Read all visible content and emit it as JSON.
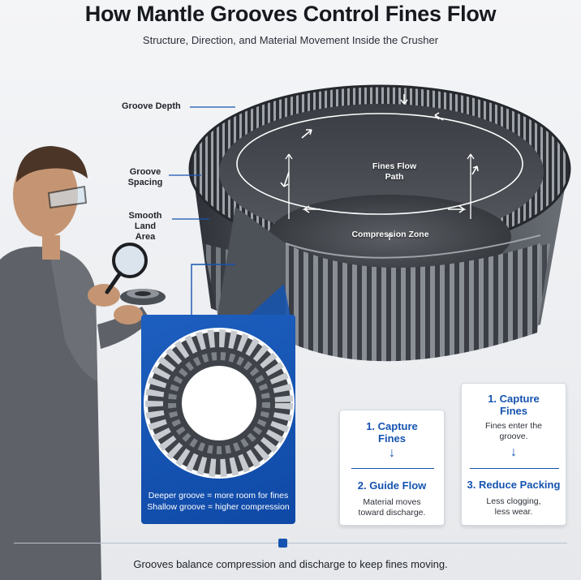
{
  "title": "How Mantle Grooves Control Fines Flow",
  "subtitle": "Structure, Direction, and Material Movement Inside the Crusher",
  "callouts": {
    "groove_depth": "Groove Depth",
    "groove_spacing_1": "Groove",
    "groove_spacing_2": "Spacing",
    "smooth_land_1": "Smooth Land",
    "smooth_land_2": "Area"
  },
  "overlay": {
    "fines_flow_1": "Fines Flow",
    "fines_flow_2": "Path",
    "compression_zone": "Compression Zone"
  },
  "inset_caption": {
    "line1": "Deeper groove = more room for fines",
    "line2": "Shallow groove = higher compression"
  },
  "card_left": {
    "step1_title_1": "1. Capture",
    "step1_title_2": "Fines",
    "arrow": "↓",
    "step2_title": "2. Guide Flow",
    "step2_body_1": "Material moves",
    "step2_body_2": "toward discharge."
  },
  "card_right": {
    "step1_title_1": "1. Capture",
    "step1_title_2": "Fines",
    "step1_body_1": "Fines enter the",
    "step1_body_2": "groove.",
    "arrow": "↓",
    "step3_title": "3. Reduce Packing",
    "step3_body_1": "Less clogging,",
    "step3_body_2": "less wear."
  },
  "footer": "Grooves balance compression and discharge to keep fines moving.",
  "colors": {
    "accent_blue": "#1553b0",
    "panel_blue": "#1d5fbf",
    "steel": "#4a4e55"
  }
}
